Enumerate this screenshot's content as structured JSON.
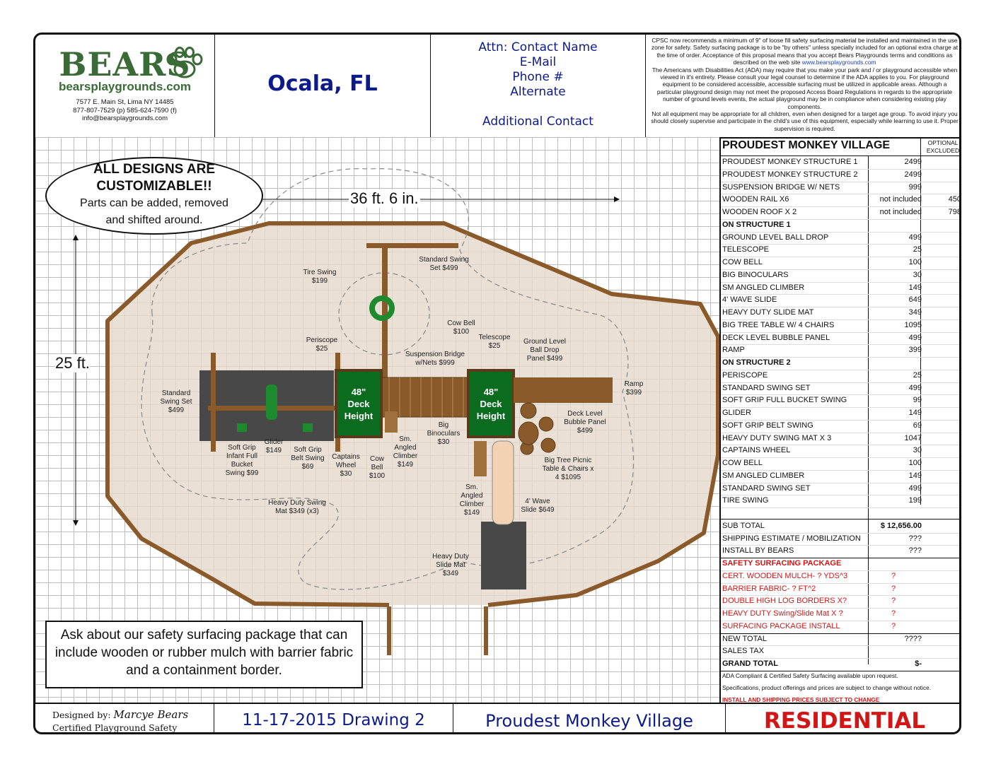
{
  "header": {
    "logo_text": "BEARS",
    "logo_url": "bearsplaygrounds.com",
    "address": "7577 E. Main St, Lima NY 14485",
    "phone": "877-807-7529 (p) 585-624-7590 (f)",
    "email": "info@bearsplaygrounds.com",
    "city": "Ocala, FL",
    "contact_lines": [
      "Attn: Contact Name",
      "E-Mail",
      "Phone #",
      "Alternate"
    ],
    "additional_contact": "Additional Contact",
    "notes_1": "CPSC now recommends a minimum of 9\" of loose fill safety surfacing material be installed and maintained in the use zone for safety. Safety surfacing package is to be \"by others\" unless specially included for an optional extra charge at the time of order. Acceptance of this proposal means that you accept Bears Playgrounds terms and conditions as described on the web site",
    "notes_link": "www.bearsplaygrounds.com",
    "notes_2": "The Americans with Disabilities Act (ADA) may require that you make your park and / or playground accessible when viewed in it's entirety. Please consult your legal counsel to determine if the ADA applies to you. For playground equipment to be considered accessible, accessible surfacing must be utilized in applicable areas. Although a particular playground design may not meet the proposed Access Board Regulations in regards to the appropriate number of ground levels events, the actual playground may be in compliance when considering existing play components.",
    "notes_3": "Not all equipment may be appropriate for all children, even when designed for a target age group. To avoid injury you should closely supervise and participate in the child's use of this equipment, especially while learning to use it. Proper supervision is required."
  },
  "drawing": {
    "customize_title": "ALL DESIGNS ARE CUSTOMIZABLE!!",
    "customize_body": "Parts can be added, removed and shifted around.",
    "width_dim": "36 ft. 6 in.",
    "height_dim": "25 ft.",
    "surfacing_note": "Ask about our safety surfacing package that can include wooden or rubber mulch with barrier fabric and a containment border.",
    "deck_label": "48\" Deck Height",
    "labels": {
      "standard_swing_top": "Standard Swing Set $499",
      "tire_swing": "Tire Swing $199",
      "cow_bell_1": "Cow Bell $100",
      "periscope": "Periscope $25",
      "suspension_bridge": "Suspension Bridge w/Nets $999",
      "telescope": "Telescope $25",
      "ball_drop": "Ground Level Ball Drop Panel $499",
      "ramp": "Ramp $399",
      "standard_swing_left": "Standard Swing Set $499",
      "deck_bubble": "Deck Level Bubble Panel $499",
      "big_binoculars": "Big Binoculars $30",
      "sm_climber_1": "Sm. Angled Climber $149",
      "soft_grip_infant": "Soft Grip Infant Full Bucket Swing $99",
      "glider": "Glider $149",
      "soft_grip_belt": "Soft Grip Belt Swing $69",
      "captains_wheel": "Captains Wheel $30",
      "cow_bell_2": "Cow Bell $100",
      "picnic_table": "Big Tree Picnic Table & Chairs x 4 $1095",
      "sm_climber_2": "Sm. Angled Climber $149",
      "wave_slide": "4' Wave Slide $649",
      "swing_mat": "Heavy Duty Swing Mat $349 (x3)",
      "slide_mat": "Heavy Duty Slide Mat $349"
    }
  },
  "price_table": {
    "title": "PROUDEST MONKEY VILLAGE",
    "optional_header": "OPTIONAL EXCLUDED",
    "rows": [
      {
        "name": "PROUDEST MONKEY STRUCTURE 1",
        "value": "2499",
        "opt": ""
      },
      {
        "name": "PROUDEST MONKEY STRUCTURE 2",
        "value": "2499",
        "opt": ""
      },
      {
        "name": "SUSPENSION BRIDGE W/ NETS",
        "value": "999",
        "opt": ""
      },
      {
        "name": "WOODEN RAIL X6",
        "value": "not included",
        "opt": "450"
      },
      {
        "name": "WOODEN ROOF X 2",
        "value": "not included",
        "opt": "798"
      },
      {
        "name": "ON STRUCTURE 1",
        "value": "",
        "opt": "",
        "bold": true
      },
      {
        "name": "GROUND LEVEL BALL DROP",
        "value": "499",
        "opt": ""
      },
      {
        "name": "TELESCOPE",
        "value": "25",
        "opt": ""
      },
      {
        "name": "COW BELL",
        "value": "100",
        "opt": ""
      },
      {
        "name": "BIG BINOCULARS",
        "value": "30",
        "opt": ""
      },
      {
        "name": "SM ANGLED CLIMBER",
        "value": "149",
        "opt": ""
      },
      {
        "name": "4' WAVE SLIDE",
        "value": "649",
        "opt": ""
      },
      {
        "name": "HEAVY DUTY SLIDE MAT",
        "value": "349",
        "opt": ""
      },
      {
        "name": "BIG TREE TABLE W/ 4 CHAIRS",
        "value": "1095",
        "opt": ""
      },
      {
        "name": "DECK LEVEL BUBBLE PANEL",
        "value": "499",
        "opt": ""
      },
      {
        "name": "RAMP",
        "value": "399",
        "opt": ""
      },
      {
        "name": "ON STRUCTURE 2",
        "value": "",
        "opt": "",
        "bold": true
      },
      {
        "name": "PERISCOPE",
        "value": "25",
        "opt": ""
      },
      {
        "name": "STANDARD SWING SET",
        "value": "499",
        "opt": ""
      },
      {
        "name": "SOFT GRIP FULL BUCKET SWING",
        "value": "99",
        "opt": ""
      },
      {
        "name": "GLIDER",
        "value": "149",
        "opt": ""
      },
      {
        "name": "SOFT GRIP BELT SWING",
        "value": "69",
        "opt": ""
      },
      {
        "name": "HEAVY DUTY SWING MAT X 3",
        "value": "1047",
        "opt": ""
      },
      {
        "name": "CAPTAINS WHEEL",
        "value": "30",
        "opt": ""
      },
      {
        "name": "COW BELL",
        "value": "100",
        "opt": ""
      },
      {
        "name": "SM ANGLED CLIMBER",
        "value": "149",
        "opt": ""
      },
      {
        "name": "STANDARD SWING SET",
        "value": "499",
        "opt": ""
      },
      {
        "name": "TIRE SWING",
        "value": "199",
        "opt": ""
      }
    ],
    "subtotal_label": "SUB TOTAL",
    "subtotal_value": "$  12,656.00",
    "shipping_label": "SHIPPING ESTIMATE / MOBILIZATION",
    "shipping_value": "???",
    "install_label": "INSTALL BY BEARS",
    "install_value": "???",
    "surfacing_header": "SAFETY SURFACING PACKAGE",
    "surfacing_rows": [
      {
        "name": "CERT. WOODEN MULCH- ? YDS^3",
        "value": "?"
      },
      {
        "name": "BARRIER FABRIC- ? FT^2",
        "value": "?"
      },
      {
        "name": "DOUBLE HIGH LOG BORDERS X?",
        "value": "?"
      },
      {
        "name": "HEAVY DUTY Swing/Slide Mat X ?",
        "value": "?"
      },
      {
        "name": "SURFACING PACKAGE INSTALL",
        "value": "?"
      }
    ],
    "new_total_label": "NEW TOTAL",
    "new_total_value": "????",
    "sales_tax_label": "SALES TAX",
    "grand_total_label": "GRAND TOTAL",
    "grand_total_value": "$-",
    "footnote_1": "ADA Compliant & Certified Safety Surfacing available upon request.",
    "footnote_2": "Specifications, product offerings and prices are subject to change without notice.",
    "footnote_3": "INSTALL AND SHIPPING PRICES SUBJECT TO CHANGE"
  },
  "footer": {
    "designed_by": "Designed by:",
    "designer": "Marcye Bears",
    "designer_title": "Certified Playground Safety Inspector",
    "date_drawing": "11-17-2015 Drawing 2",
    "project": "Proudest Monkey Village",
    "category": "RESIDENTIAL"
  },
  "colors": {
    "brand_green": "#3a6b36",
    "title_blue": "#0d1b8a",
    "alert_red": "#d21616",
    "wood": "#8a5a2b",
    "deck_green": "#0b6b1f"
  }
}
